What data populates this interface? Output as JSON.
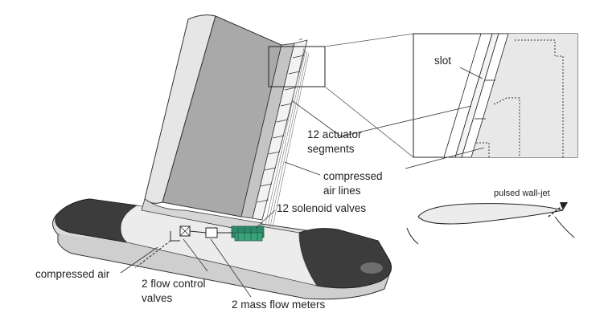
{
  "labels": {
    "slot": "slot",
    "actuator_segments": [
      "12 actuator",
      "segments"
    ],
    "compressed_air_lines": [
      "compressed",
      "air lines"
    ],
    "solenoid_valves": "12 solenoid valves",
    "pulsed_wall_jet": "pulsed wall-jet",
    "compressed_air": "compressed air",
    "flow_control_valves": [
      "2 flow control",
      "valves"
    ],
    "mass_flow_meters": "2 mass flow meters"
  },
  "colors": {
    "wing_skin": "#a9a9a9",
    "wing_light": "#e6e6e6",
    "end_cap": "#3c3c3c",
    "base": "#dcdcdc",
    "valve_green": "#2e8b6a",
    "line": "#333333"
  }
}
